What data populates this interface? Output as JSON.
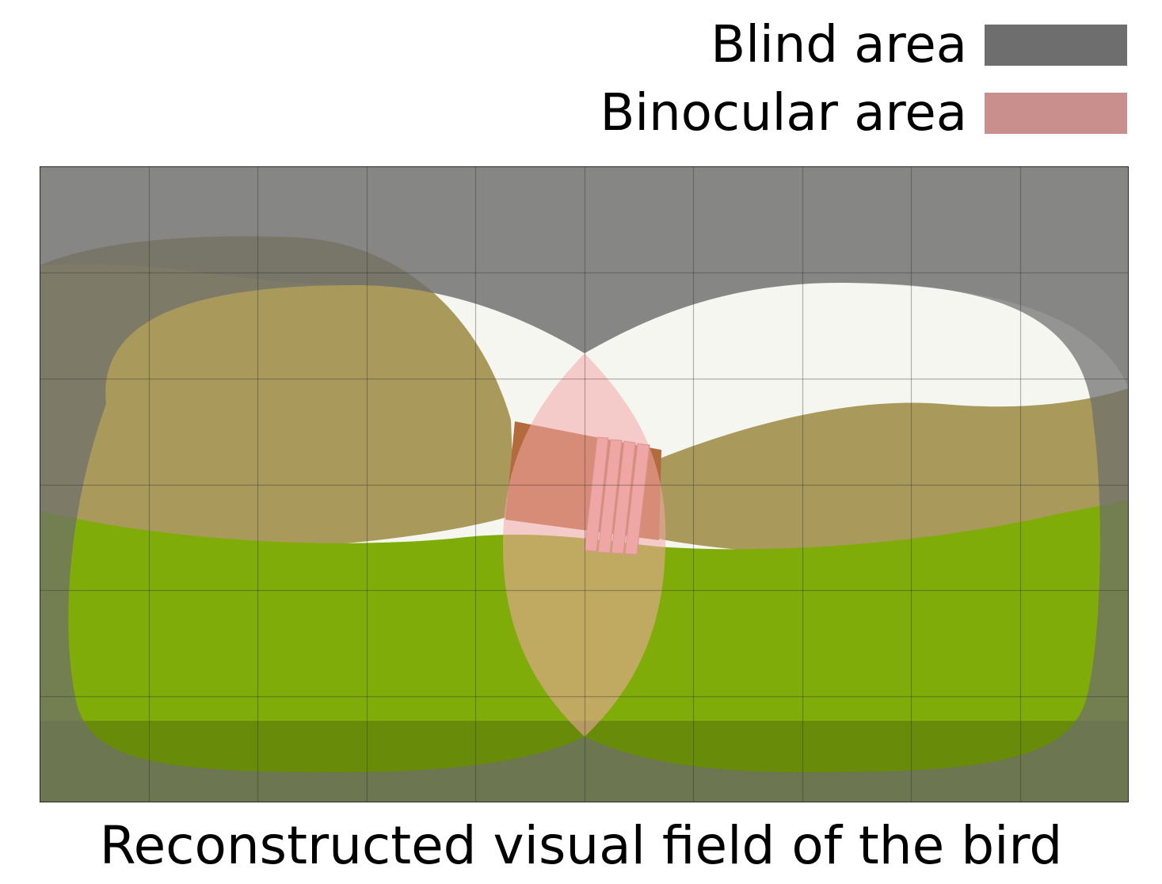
{
  "legend": {
    "blind": {
      "label": "Blind area",
      "color": "#6e6e6e"
    },
    "binocular": {
      "label": "Binocular area",
      "color": "#c98f8c"
    }
  },
  "caption": "Reconstructed visual field of the bird",
  "colors": {
    "sky": "#f6f6f0",
    "hill": "#a99a5c",
    "grass": "#80ac0a",
    "grass_dark": "#3d4d0c",
    "blind_overlay": "#6e6e6e",
    "binocular_overlay": "#f4a8aa",
    "box": "#b36a3c",
    "box_slats": "#e8a7a0",
    "grid": "#2a2a2a"
  }
}
